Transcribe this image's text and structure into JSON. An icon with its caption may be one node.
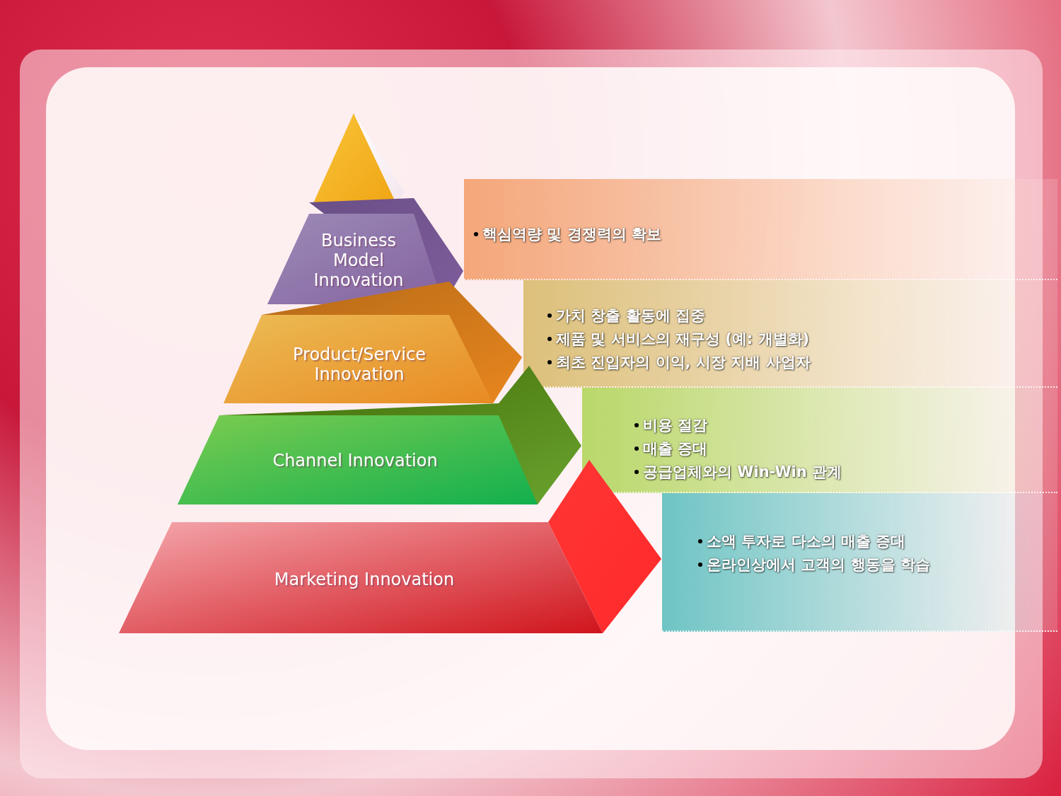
{
  "diagram": {
    "nodes": [
      {
        "text": [],
        "shape": "triangle"
      },
      {
        "text": [
          "Business Model Innovation"
        ]
      },
      {
        "text": [
          "Product/Service Innovation"
        ]
      },
      {
        "text": [
          "Channel Innovation"
        ]
      },
      {
        "text": [
          "Marketing Innovation"
        ]
      },
      {
        "text": [
          "핵심역량 및 경쟁력의 확보"
        ]
      },
      {
        "text": [
          "가치 창출 활동에 집중",
          "제품 및 서비스의 재구성 (예: 개별화)",
          "최초 진입자의 이익, 시장 지배 사업자"
        ]
      },
      {
        "text": [
          "비용 절감",
          "매출 증대",
          "공급업체와의 Win-Win 관계"
        ]
      },
      {
        "text": [
          "소액 투자로 다소의 매출 증대",
          "온라인상에서 고객의 행동을 학습"
        ]
      }
    ],
    "edges": []
  }
}
